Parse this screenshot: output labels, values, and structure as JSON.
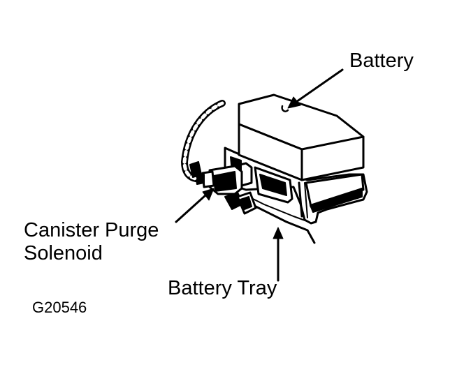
{
  "labels": {
    "battery": "Battery",
    "canister_line1": "Canister Purge",
    "canister_line2": "Solenoid",
    "battery_tray": "Battery Tray"
  },
  "figure_id": "G20546",
  "colors": {
    "ink": "#000000",
    "paper": "#ffffff"
  }
}
